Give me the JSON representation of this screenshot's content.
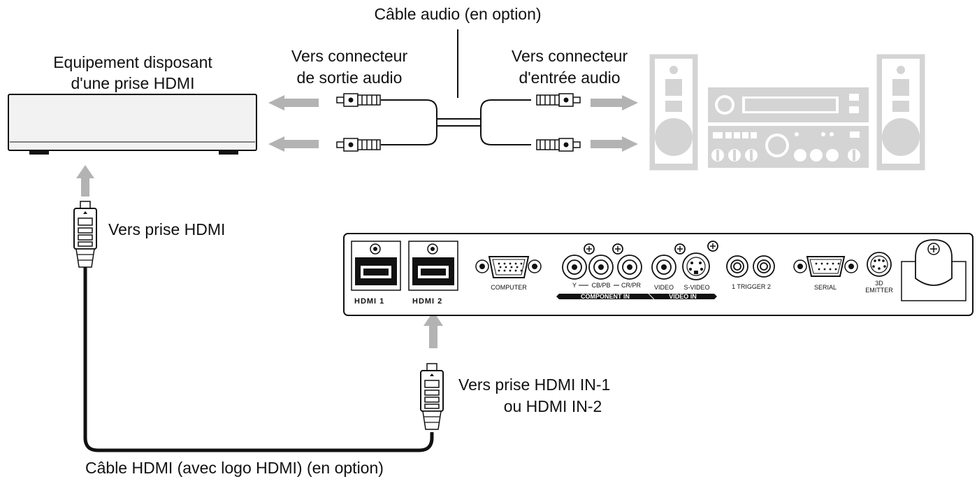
{
  "labels": {
    "audio_cable": "Câble audio (en option)",
    "equipment_line1": "Equipement disposant",
    "equipment_line2": "d'une prise HDMI",
    "to_audio_out_line1": "Vers connecteur",
    "to_audio_out_line2": "de sortie audio",
    "to_audio_in_line1": "Vers connecteur",
    "to_audio_in_line2": "d'entrée audio",
    "to_hdmi_jack": "Vers prise HDMI",
    "to_hdmi_in_line1": "Vers prise HDMI IN-1",
    "to_hdmi_in_line2": "ou HDMI IN-2",
    "hdmi_cable": "Câble HDMI (avec logo HDMI) (en option)"
  },
  "panel": {
    "hdmi1": "HDMI 1",
    "hdmi2": "HDMI 2",
    "computer": "COMPUTER",
    "y": "Y",
    "cb_pb": "CB/PB",
    "cr_pr": "CR/PR",
    "component_in": "COMPONENT IN",
    "video": "VIDEO",
    "s_video": "S-VIDEO",
    "video_in": "VIDEO IN",
    "trigger": "1 TRIGGER 2",
    "serial": "SERIAL",
    "emitter_line1": "3D",
    "emitter_line2": "EMITTER"
  },
  "colors": {
    "arrow": "#b3b3b3",
    "cable": "#111111",
    "device_fill": "#f2f2f2",
    "stereo_fill": "#d4d4d4"
  }
}
